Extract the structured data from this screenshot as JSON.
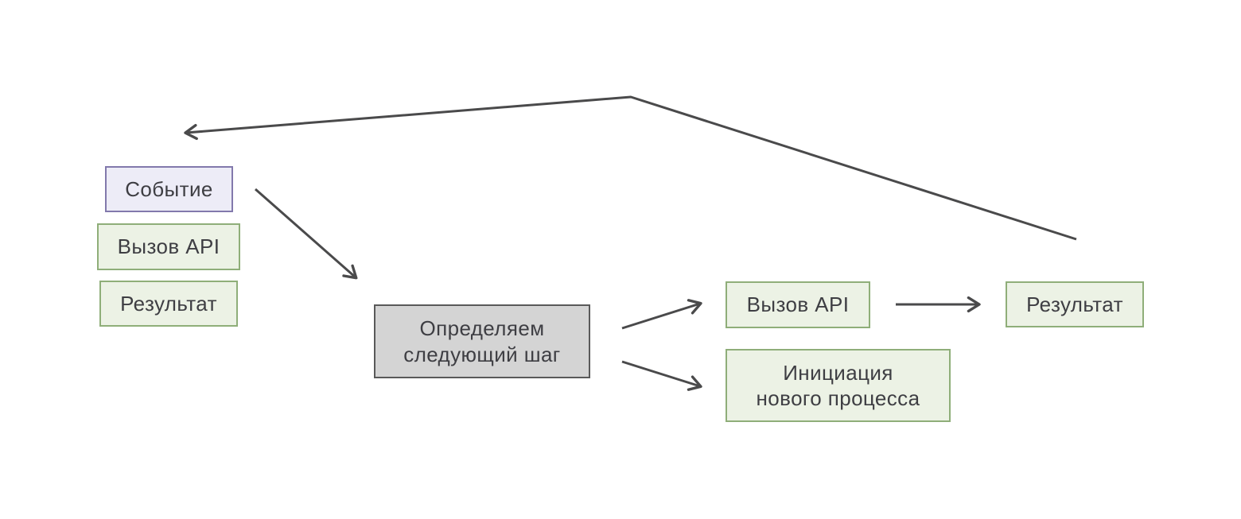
{
  "diagram": {
    "nodes": {
      "event": {
        "label": "Событие"
      },
      "api_call_left": {
        "label": "Вызов API"
      },
      "result_left": {
        "label": "Результат"
      },
      "decision": {
        "label": "Определяем\nследующий шаг"
      },
      "api_call_right": {
        "label": "Вызов API"
      },
      "new_process": {
        "label": "Инициация\nнового процесса"
      },
      "result_right": {
        "label": "Результат"
      }
    },
    "edges": [
      {
        "name": "loop-result-to-event"
      },
      {
        "name": "event-to-decision"
      },
      {
        "name": "decision-to-api-call"
      },
      {
        "name": "decision-to-new-process"
      },
      {
        "name": "api-call-to-result"
      }
    ],
    "colors": {
      "background": "#FFFFFF",
      "event_fill": "#EDECF7",
      "event_border": "#8279AC",
      "action_fill": "#ECF2E5",
      "action_border": "#8FAE79",
      "decision_fill": "#D4D4D4",
      "decision_border": "#595959",
      "arrow": "#4A4A4B",
      "text": "#3E3E43"
    }
  }
}
